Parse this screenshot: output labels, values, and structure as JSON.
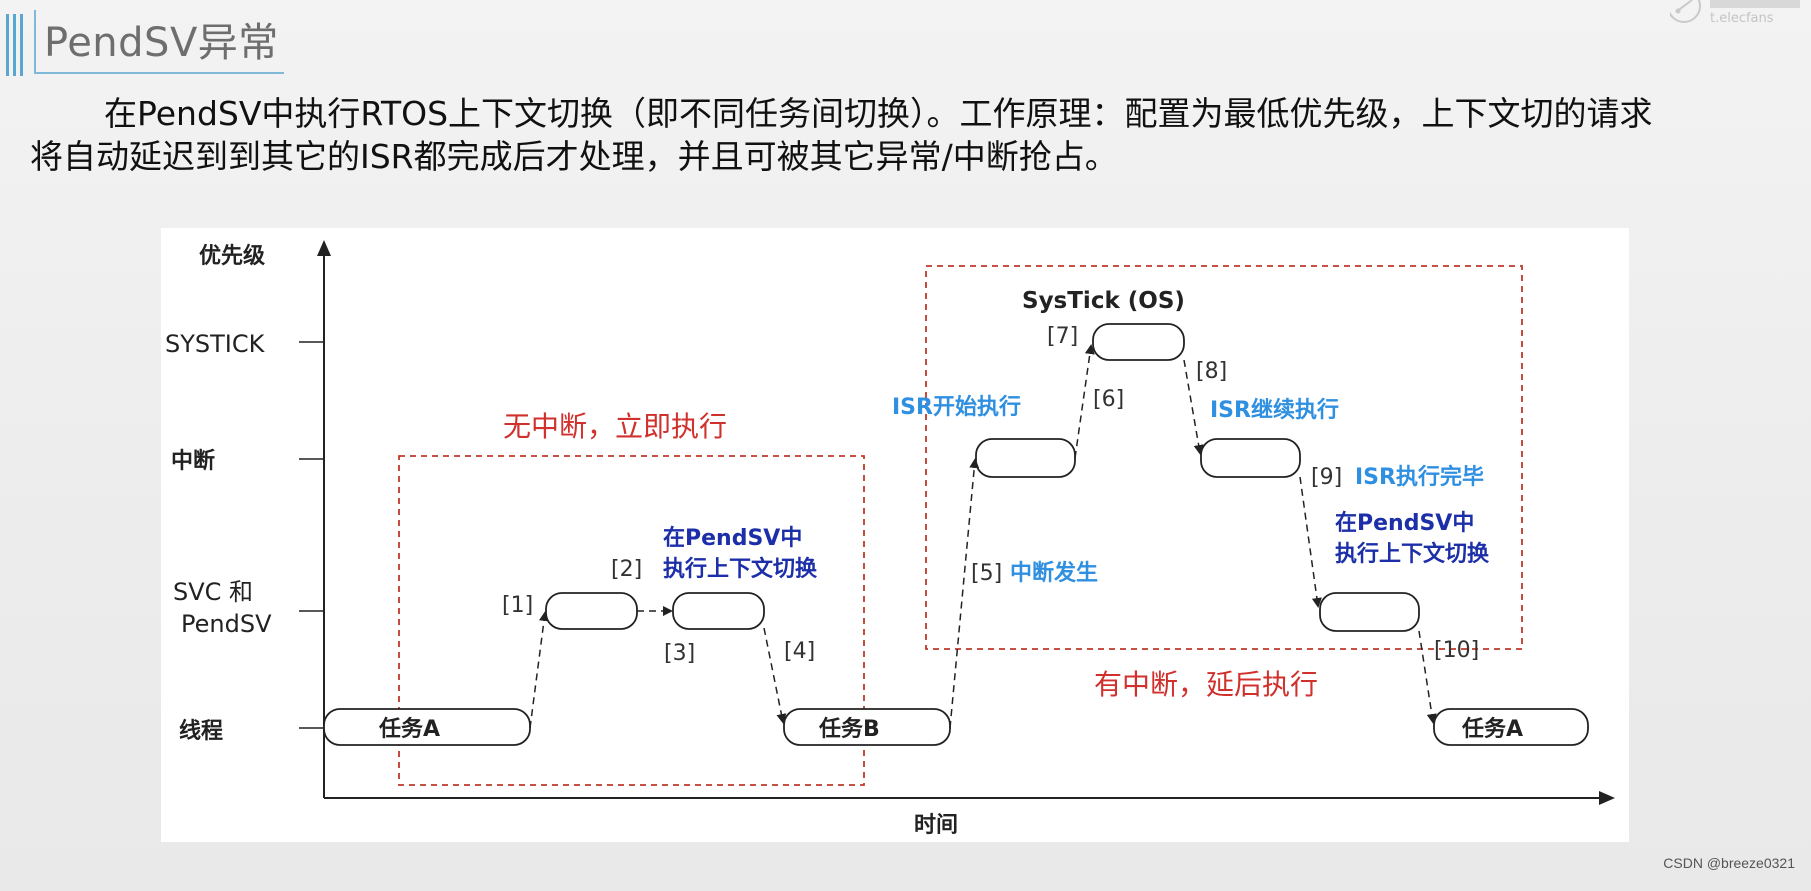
{
  "page": {
    "title": "PendSV异常",
    "paragraph_line1": "在PendSV中执行RTOS上下文切换（即不同任务间切换）。工作原理：配置为最低优先级，上下文切的请求",
    "paragraph_line2": "将自动延迟到到其它的ISR都完成后才处理，并且可被其它异常/中断抢占。",
    "watermark": "CSDN @breeze0321",
    "logo_text": "t.elecfans"
  },
  "diagram": {
    "y_axis_label": "优先级",
    "x_axis_label": "时间",
    "levels": [
      "SYSTICK",
      "中断",
      "SVC 和",
      "PendSV",
      "线程"
    ],
    "boxes": [
      "任务A",
      "任务B",
      "任务A"
    ],
    "region_left_label": "无中断，立即执行",
    "region_right_label": "有中断，延后执行",
    "systick_label": "SysTick (OS)",
    "steps": [
      "[1]",
      "[2]",
      "[3]",
      "[4]",
      "[5]",
      "[6]",
      "[7]",
      "[8]",
      "[9]",
      "[10]"
    ],
    "annotations": {
      "pendsv_left_1": "在PendSV中",
      "pendsv_left_2": "执行上下文切换",
      "isr_start": "ISR开始执行",
      "interrupt_occurs": "中断发生",
      "isr_continue": "ISR继续执行",
      "isr_done": "ISR执行完毕",
      "pendsv_right_1": "在PendSV中",
      "pendsv_right_2": "执行上下文切换"
    },
    "colors": {
      "region_border": "#c0392b",
      "region_label": "#d0312d",
      "isr_text": "#2f8fe0",
      "pendsv_text": "#1c2fa8",
      "lines": "#222222"
    }
  }
}
